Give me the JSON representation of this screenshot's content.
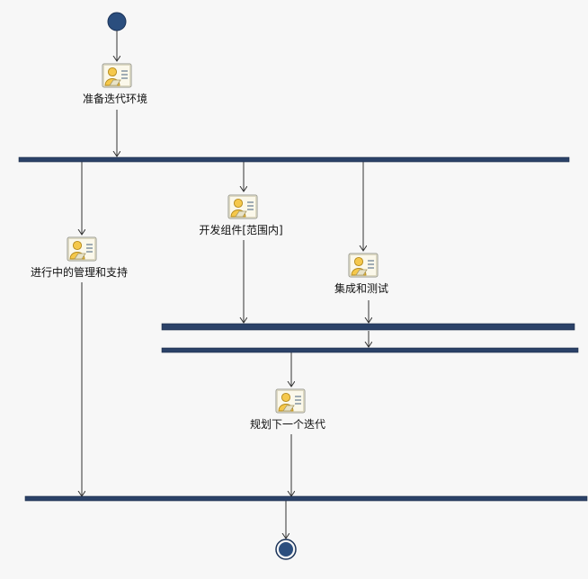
{
  "diagram": {
    "activities": {
      "prepare": "准备迭代环境",
      "ongoing": "进行中的管理和支持",
      "develop": "开发组件[范围内]",
      "integrate": "集成和测试",
      "plan_next": "规划下一个迭代"
    },
    "colors": {
      "background": "#f7f7f7",
      "bar": "#2b4268",
      "bar_border": "#1a2b48",
      "node": "#2b4e7e",
      "line": "#333333"
    },
    "icon": "actor-card-icon"
  }
}
